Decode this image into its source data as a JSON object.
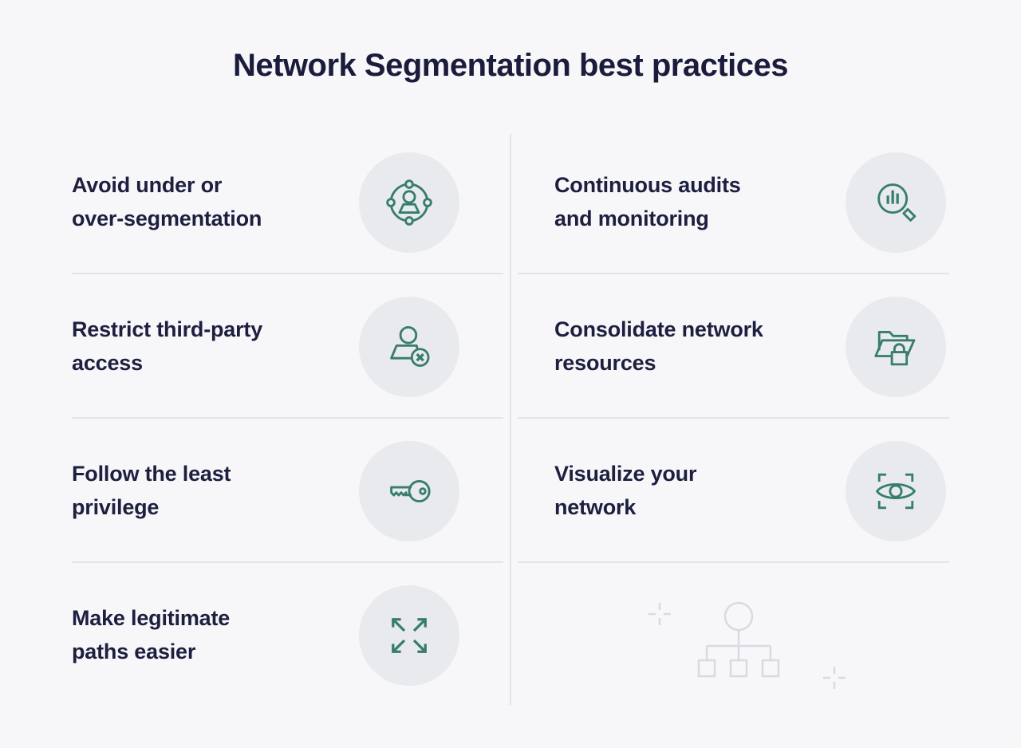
{
  "title": "Network Segmentation best practices",
  "colors": {
    "background": "#f7f7fa",
    "text": "#1e1f3f",
    "accent_teal": "#377d6e",
    "icon_circle_bg": "#e9eaee",
    "divider": "#e3e4ea",
    "decorative_gray": "#d8dae3"
  },
  "items": [
    {
      "label": "Avoid under or\nover-segmentation",
      "icon": "user-orbit-icon"
    },
    {
      "label": "Continuous audits\nand monitoring",
      "icon": "search-chart-icon"
    },
    {
      "label": "Restrict third-party\naccess",
      "icon": "user-remove-icon"
    },
    {
      "label": "Consolidate network\nresources",
      "icon": "folder-lock-icon"
    },
    {
      "label": "Follow the least\nprivilege",
      "icon": "key-icon"
    },
    {
      "label": "Visualize your\nnetwork",
      "icon": "eye-scan-icon"
    },
    {
      "label": "Make legitimate\npaths easier",
      "icon": "expand-arrows-icon"
    }
  ],
  "decoration": {
    "icons": [
      "sparkle-icon",
      "network-tree-icon",
      "sparkle-icon"
    ]
  }
}
